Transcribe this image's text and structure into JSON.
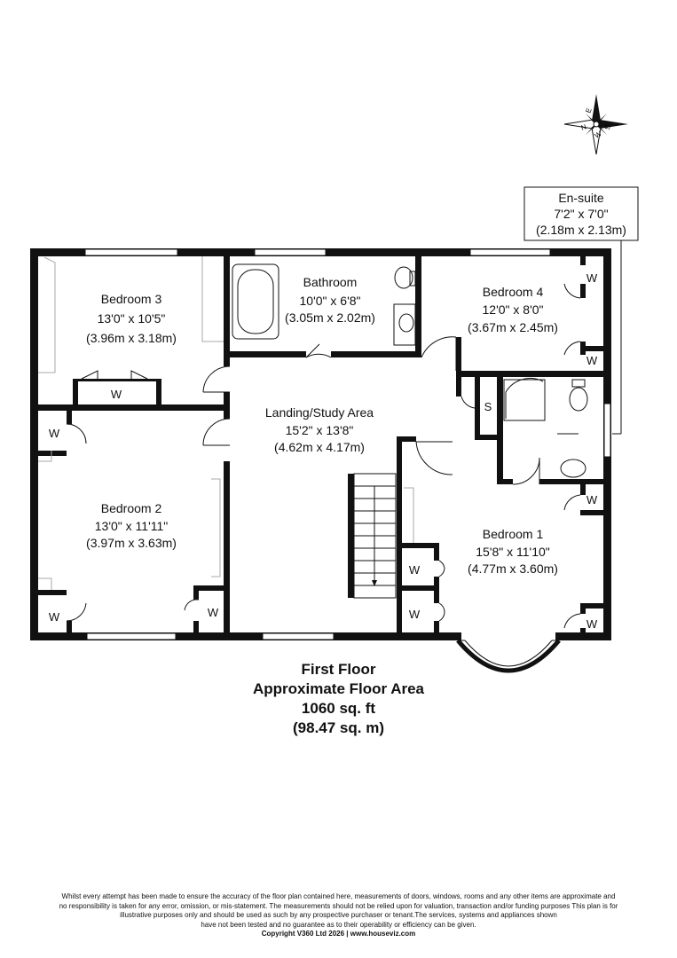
{
  "compass": {
    "letters": [
      "N",
      "E",
      "S",
      "W"
    ],
    "icon": "compass-rose-icon"
  },
  "rooms": {
    "ensuite": {
      "name": "En-suite",
      "imperial": "7'2\" x 7'0\"",
      "metric": "(2.18m x 2.13m)"
    },
    "bedroom3": {
      "name": "Bedroom 3",
      "imperial": "13'0\" x 10'5\"",
      "metric": "(3.96m x 3.18m)"
    },
    "bathroom": {
      "name": "Bathroom",
      "imperial": "10'0\" x 6'8\"",
      "metric": "(3.05m x 2.02m)"
    },
    "bedroom4": {
      "name": "Bedroom 4",
      "imperial": "12'0\" x 8'0\"",
      "metric": "(3.67m x 2.45m)"
    },
    "landing": {
      "name": "Landing/Study Area",
      "imperial": "15'2\" x 13'8\"",
      "metric": "(4.62m x 4.17m)"
    },
    "bedroom2": {
      "name": "Bedroom 2",
      "imperial": "13'0\" x 11'11\"",
      "metric": "(3.97m x 3.63m)"
    },
    "bedroom1": {
      "name": "Bedroom 1",
      "imperial": "15'8\" x 11'10\"",
      "metric": "(4.77m x 3.60m)"
    }
  },
  "labels": {
    "wardrobe": "W",
    "storage": "S"
  },
  "floor": {
    "title": "First Floor",
    "area_label": "Approximate Floor Area",
    "sq_ft": "1060 sq. ft",
    "sq_m": "(98.47 sq. m)"
  },
  "disclaimer": {
    "line1": "Whilst every attempt has been made to ensure the accuracy of the floor plan contained here, measurements of doors, windows, rooms and any other items are approximate and",
    "line2": "no responsibility is taken for any error, omission, or mis-statement.  The measurements should not be relied upon for valuation, transaction and/or funding purposes This plan is for",
    "line3": "illustrative purposes only and should be used as such by any prospective purchaser or tenant.The services, systems and appliances shown",
    "line4": "have not been tested and no guarantee as to their operability or efficiency can be given.",
    "copyright": "Copyright V360 Ltd 2026 | www.houseviz.com"
  }
}
